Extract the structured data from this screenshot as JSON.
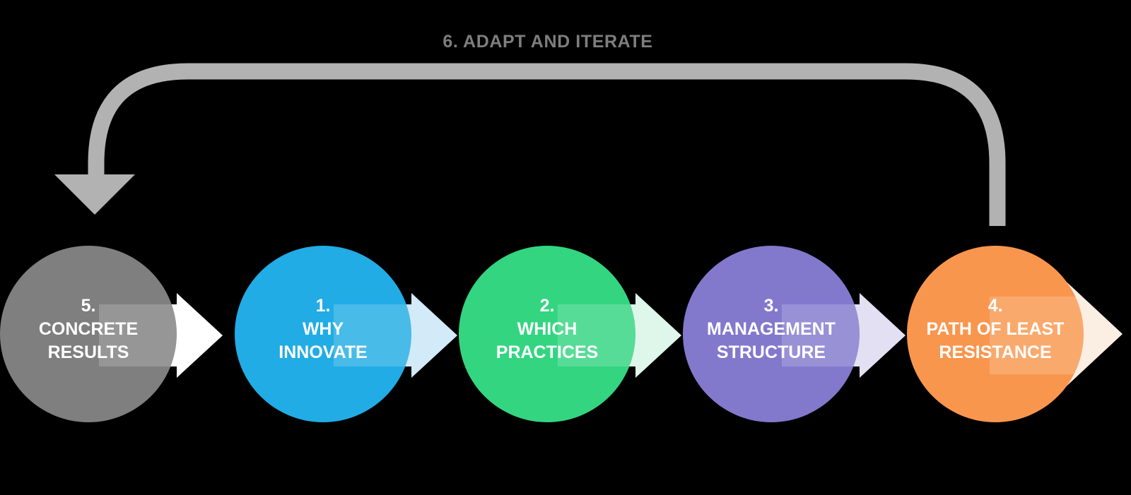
{
  "background": "#000000",
  "text_color": "#FFFFFF",
  "band_overlay": "rgba(255,255,255,0.18)",
  "loop": {
    "label": "6. ADAPT AND ITERATE",
    "arrow_color": "#B2B2B2",
    "label_color": "#7E7E7E"
  },
  "steps": [
    {
      "number": "1.",
      "label": "WHY\nINNOVATE",
      "circle_color": "#21ACE5",
      "arrow_tint": "#D3EAF8"
    },
    {
      "number": "2.",
      "label": "WHICH\nPRACTICES",
      "circle_color": "#33D581",
      "arrow_tint": "#DFF6EA"
    },
    {
      "number": "3.",
      "label": "MANAGEMENT\nSTRUCTURE",
      "circle_color": "#8279CD",
      "arrow_tint": "#E3E0F4"
    },
    {
      "number": "4.",
      "label": "PATH OF LEAST\nRESISTANCE",
      "circle_color": "#F9964E",
      "arrow_tint": "#FBEEE3"
    },
    {
      "number": "5.",
      "label": "CONCRETE\nRESULTS",
      "circle_color": "#7F7F7F",
      "arrow_tint": "#FFFFFF"
    }
  ]
}
